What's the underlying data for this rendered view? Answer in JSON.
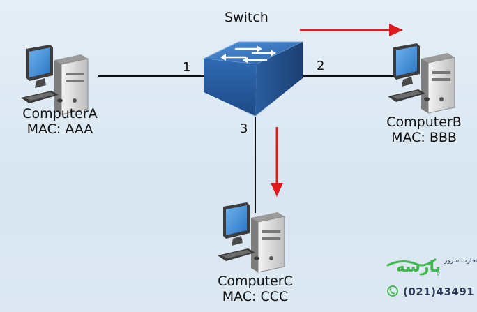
{
  "switch": {
    "label": "Switch",
    "icon": "network-switch-icon"
  },
  "ports": {
    "p1": "1",
    "p2": "2",
    "p3": "3"
  },
  "computers": {
    "a": {
      "name": "ComputerA",
      "mac": "MAC: AAA",
      "icon": "computer-icon"
    },
    "b": {
      "name": "ComputerB",
      "mac": "MAC: BBB",
      "icon": "computer-icon"
    },
    "c": {
      "name": "ComputerC",
      "mac": "MAC: CCC",
      "icon": "computer-icon"
    }
  },
  "arrows": {
    "color": "#e01b1b",
    "directions": [
      "right",
      "down"
    ]
  },
  "watermark": {
    "brand_fa": "پارسه",
    "tagline_fa": "تجارت سرور",
    "phone": "(021)43491",
    "brand_color": "#3db84a",
    "phone_icon": "phone-icon"
  }
}
